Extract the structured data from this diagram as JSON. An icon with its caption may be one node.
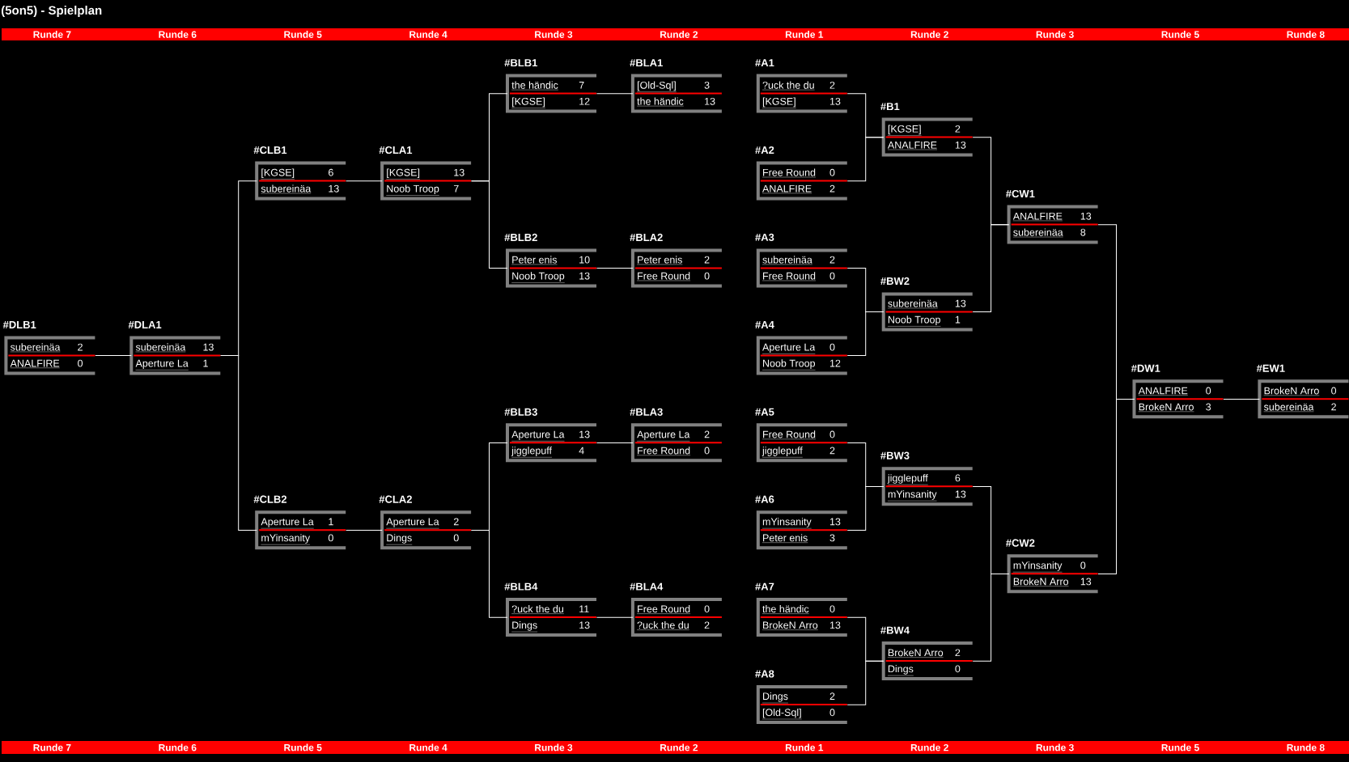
{
  "diagram": {
    "title": "(5on5) - Spielplan",
    "nodes": [
      {
        "text": [
          "#BLB1",
          "the händic",
          "7",
          "[KGSE]",
          "12"
        ]
      },
      {
        "text": [
          "#BLA1",
          "[Old-Sql]",
          "3",
          "the händic",
          "13"
        ]
      },
      {
        "text": [
          "#A1",
          "?uck the du",
          "2",
          "[KGSE]",
          "13"
        ]
      },
      {
        "text": [
          "#B1",
          "[KGSE]",
          "2",
          "ANALFIRE",
          "13"
        ]
      },
      {
        "text": [
          "#CLB1",
          "[KGSE]",
          "6",
          "subereinäa",
          "13"
        ]
      },
      {
        "text": [
          "#CLA1",
          "[KGSE]",
          "13",
          "Noob Troop",
          "7"
        ]
      },
      {
        "text": [
          "#A2",
          "Free Round",
          "0",
          "ANALFIRE",
          "2"
        ]
      },
      {
        "text": [
          "#CW1",
          "ANALFIRE",
          "13",
          "subereinäa",
          "8"
        ]
      },
      {
        "text": [
          "#BLB2",
          "Peter enis",
          "10",
          "Noob Troop",
          "13"
        ]
      },
      {
        "text": [
          "#BLA2",
          "Peter enis",
          "2",
          "Free Round",
          "0"
        ]
      },
      {
        "text": [
          "#A3",
          "subereinäa",
          "2",
          "Free Round",
          "0"
        ]
      },
      {
        "text": [
          "#BW2",
          "subereinäa",
          "13",
          "Noob Troop",
          "1"
        ]
      },
      {
        "text": [
          "#DLB1",
          "subereinäa",
          "2",
          "ANALFIRE",
          "0"
        ]
      },
      {
        "text": [
          "#DLA1",
          "subereinäa",
          "13",
          "Aperture La",
          "1"
        ]
      },
      {
        "text": [
          "#A4",
          "Aperture La",
          "0",
          "Noob Troop",
          "12"
        ]
      },
      {
        "text": [
          "#DW1",
          "ANALFIRE",
          "0",
          "BrokeN Arro",
          "3"
        ]
      },
      {
        "text": [
          "#EW1",
          "BrokeN Arro",
          "0",
          "subereinäa",
          "2"
        ]
      },
      {
        "text": [
          "#BLB3",
          "Aperture La",
          "13",
          "jigglepuff",
          "4"
        ]
      },
      {
        "text": [
          "#BLA3",
          "Aperture La",
          "2",
          "Free Round",
          "0"
        ]
      },
      {
        "text": [
          "#A5",
          "Free Round",
          "0",
          "jigglepuff",
          "2"
        ]
      },
      {
        "text": [
          "#BW3",
          "jigglepuff",
          "6",
          "mYinsanity",
          "13"
        ]
      },
      {
        "text": [
          "#CLB2",
          "Aperture La",
          "1",
          "mYinsanity",
          "0"
        ]
      },
      {
        "text": [
          "#CLA2",
          "Aperture La",
          "2",
          "Dings",
          "0"
        ]
      },
      {
        "text": [
          "#A6",
          "mYinsanity",
          "13",
          "Peter enis",
          "3"
        ]
      },
      {
        "text": [
          "#CW2",
          "mYinsanity",
          "0",
          "BrokeN Arro",
          "13"
        ]
      },
      {
        "text": [
          "#BLB4",
          "?uck the du",
          "11",
          "Dings",
          "13"
        ]
      },
      {
        "text": [
          "#BLA4",
          "Free Round",
          "0",
          "?uck the du",
          "2"
        ]
      },
      {
        "text": [
          "#A7",
          "the händic",
          "0",
          "BrokeN Arro",
          "13"
        ]
      },
      {
        "text": [
          "#BW4",
          "BrokeN Arro",
          "2",
          "Dings",
          "0"
        ]
      },
      {
        "text": [
          "#A8",
          "Dings",
          "2",
          "[Old-Sql]",
          "0"
        ]
      }
    ],
    "edges": [
      {
        "from": 2,
        "to": 3,
        "arrow": "none"
      },
      {
        "from": 6,
        "to": 3,
        "arrow": "none"
      },
      {
        "from": 10,
        "to": 11,
        "arrow": "none"
      },
      {
        "from": 14,
        "to": 11,
        "arrow": "none"
      },
      {
        "from": 19,
        "to": 20,
        "arrow": "none"
      },
      {
        "from": 23,
        "to": 20,
        "arrow": "none"
      },
      {
        "from": 27,
        "to": 28,
        "arrow": "none"
      },
      {
        "from": 29,
        "to": 28,
        "arrow": "none"
      },
      {
        "from": 3,
        "to": 7,
        "arrow": "none"
      },
      {
        "from": 11,
        "to": 7,
        "arrow": "none"
      },
      {
        "from": 20,
        "to": 24,
        "arrow": "none"
      },
      {
        "from": 28,
        "to": 24,
        "arrow": "none"
      },
      {
        "from": 7,
        "to": 15,
        "arrow": "none"
      },
      {
        "from": 24,
        "to": 15,
        "arrow": "none"
      },
      {
        "from": 15,
        "to": 16,
        "arrow": "none"
      },
      {
        "from": 1,
        "to": 0,
        "arrow": "none"
      },
      {
        "from": 9,
        "to": 8,
        "arrow": "none"
      },
      {
        "from": 18,
        "to": 17,
        "arrow": "none"
      },
      {
        "from": 26,
        "to": 25,
        "arrow": "none"
      },
      {
        "from": 0,
        "to": 5,
        "arrow": "none"
      },
      {
        "from": 8,
        "to": 5,
        "arrow": "none"
      },
      {
        "from": 17,
        "to": 22,
        "arrow": "none"
      },
      {
        "from": 25,
        "to": 22,
        "arrow": "none"
      },
      {
        "from": 5,
        "to": 4,
        "arrow": "none"
      },
      {
        "from": 22,
        "to": 21,
        "arrow": "none"
      },
      {
        "from": 4,
        "to": 13,
        "arrow": "none"
      },
      {
        "from": 21,
        "to": 13,
        "arrow": "none"
      },
      {
        "from": 13,
        "to": 12,
        "arrow": "none"
      }
    ],
    "labels": [
      "Runde 7",
      "Runde 6",
      "Runde 5",
      "Runde 4",
      "Runde 3",
      "Runde 2",
      "Runde 1",
      "Runde 2",
      "Runde 3",
      "Runde 5",
      "Runde 8",
      "Runde 7",
      "Runde 6",
      "Runde 5",
      "Runde 4",
      "Runde 3",
      "Runde 2",
      "Runde 1",
      "Runde 2",
      "Runde 3",
      "Runde 5",
      "Runde 8"
    ]
  }
}
